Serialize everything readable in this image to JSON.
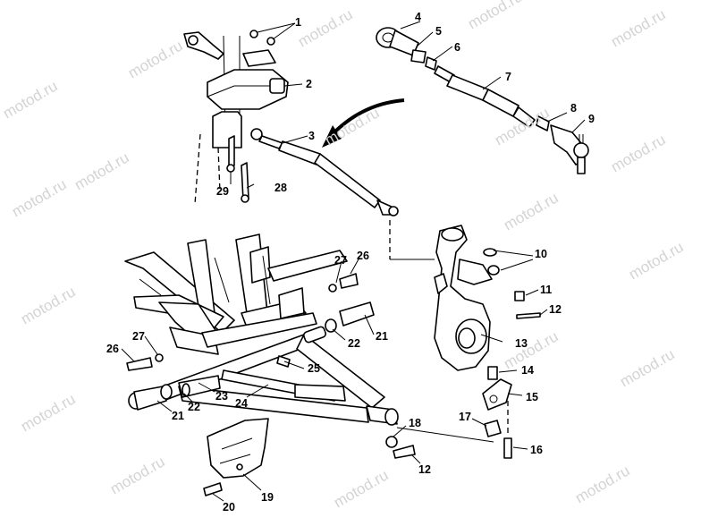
{
  "watermark": "motod.ru",
  "callouts": [
    {
      "id": "c1",
      "text": "1"
    },
    {
      "id": "c2",
      "text": "2"
    },
    {
      "id": "c3",
      "text": "3"
    },
    {
      "id": "c4",
      "text": "4"
    },
    {
      "id": "c5",
      "text": "5"
    },
    {
      "id": "c6",
      "text": "6"
    },
    {
      "id": "c7",
      "text": "7"
    },
    {
      "id": "c8",
      "text": "8"
    },
    {
      "id": "c9",
      "text": "9"
    },
    {
      "id": "c10",
      "text": "10"
    },
    {
      "id": "c11",
      "text": "11"
    },
    {
      "id": "c12a",
      "text": "12"
    },
    {
      "id": "c13",
      "text": "13"
    },
    {
      "id": "c14",
      "text": "14"
    },
    {
      "id": "c15",
      "text": "15"
    },
    {
      "id": "c16",
      "text": "16"
    },
    {
      "id": "c17",
      "text": "17"
    },
    {
      "id": "c18",
      "text": "18"
    },
    {
      "id": "c12b",
      "text": "12"
    },
    {
      "id": "c19",
      "text": "19"
    },
    {
      "id": "c20",
      "text": "20"
    },
    {
      "id": "c21a",
      "text": "21"
    },
    {
      "id": "c22a",
      "text": "22"
    },
    {
      "id": "c23",
      "text": "23"
    },
    {
      "id": "c24",
      "text": "24"
    },
    {
      "id": "c25",
      "text": "25"
    },
    {
      "id": "c21b",
      "text": "21"
    },
    {
      "id": "c22b",
      "text": "22"
    },
    {
      "id": "c26a",
      "text": "26"
    },
    {
      "id": "c27a",
      "text": "27"
    },
    {
      "id": "c26b",
      "text": "26"
    },
    {
      "id": "c27b",
      "text": "27"
    },
    {
      "id": "c28",
      "text": "28"
    },
    {
      "id": "c29",
      "text": "29"
    }
  ]
}
